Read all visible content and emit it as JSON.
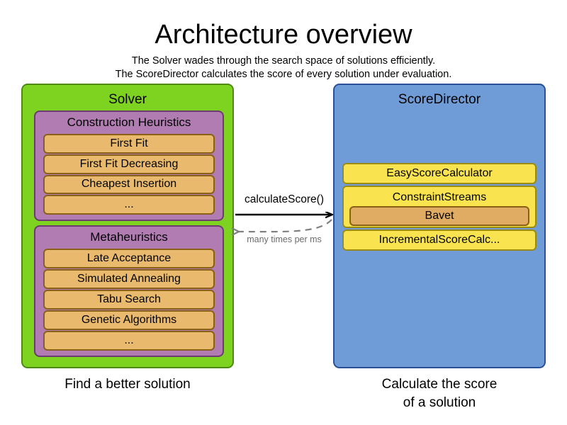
{
  "header": {
    "title": "Architecture overview",
    "subtitle_lines": [
      "The Solver wades through the search space of solutions efficiently.",
      "The ScoreDirector calculates the score of every solution under evaluation."
    ]
  },
  "solver_panel": {
    "title": "Solver",
    "caption": "Find a better solution",
    "colors": {
      "fill": "#7ed320",
      "border": "#4e8a13",
      "group_fill": "#b07cb2",
      "group_border": "#6c3b72",
      "item_fill": "#e9ba6d",
      "item_border": "#8a6014"
    },
    "groups": [
      {
        "title": "Construction Heuristics",
        "items": [
          "First Fit",
          "First Fit Decreasing",
          "Cheapest Insertion",
          "..."
        ]
      },
      {
        "title": "Metaheuristics",
        "items": [
          "Late Acceptance",
          "Simulated Annealing",
          "Tabu Search",
          "Genetic Algorithms",
          "..."
        ]
      }
    ]
  },
  "scoredirector_panel": {
    "title": "ScoreDirector",
    "caption_lines": [
      "Calculate the score",
      "of a solution"
    ],
    "colors": {
      "fill": "#6f9bd6",
      "border": "#2a5196",
      "calc_fill": "#f9e44f",
      "calc_border": "#9a8b12",
      "nested_fill": "#e0ab63",
      "nested_border": "#8a6014"
    },
    "calculators": [
      {
        "label": "EasyScoreCalculator"
      },
      {
        "label": "ConstraintStreams",
        "nested": "Bavet"
      },
      {
        "label": "IncrementalScoreCalc..."
      }
    ]
  },
  "connectors": {
    "forward_label": "calculateScore()",
    "return_label": "many times per ms",
    "forward_color": "#000000",
    "return_color": "#808080"
  }
}
